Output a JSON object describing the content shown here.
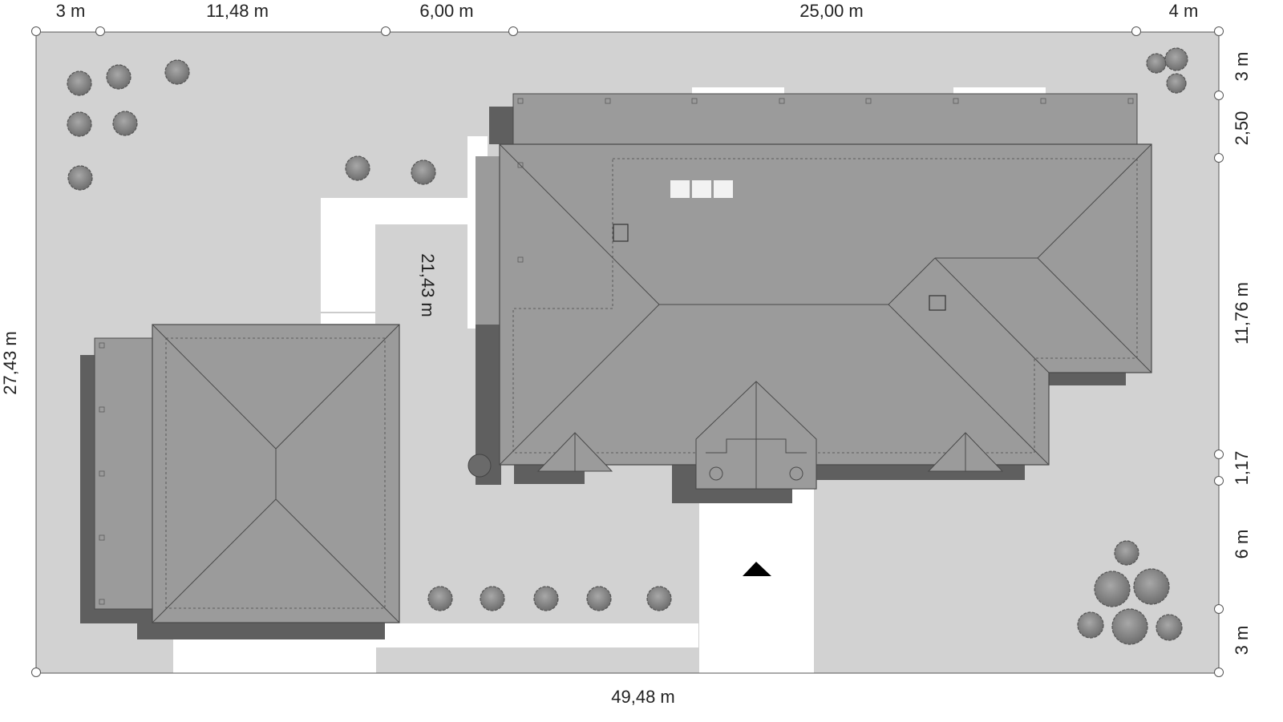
{
  "colors": {
    "plot": "#d2d2d2",
    "roof": "#9b9b9b",
    "roof_dark": "#8e8e8e",
    "shadow": "#5f5f5f",
    "path": "#ffffff",
    "tree": "#8c8c8c",
    "line": "#4a4a4a",
    "dim": "#222222"
  },
  "dimensions": {
    "top": [
      "3 m",
      "11,48 m",
      "6,00 m",
      "25,00 m",
      "4 m"
    ],
    "right": [
      "3 m",
      "2,50",
      "11,76 m",
      "1,17",
      "6 m",
      "3 m"
    ],
    "left_total": "27,43 m",
    "bottom_total": "49,48 m",
    "inner_distance": "21,43 m"
  },
  "icons": {
    "entrance": "entrance-arrow-icon",
    "tree": "tree-icon"
  }
}
